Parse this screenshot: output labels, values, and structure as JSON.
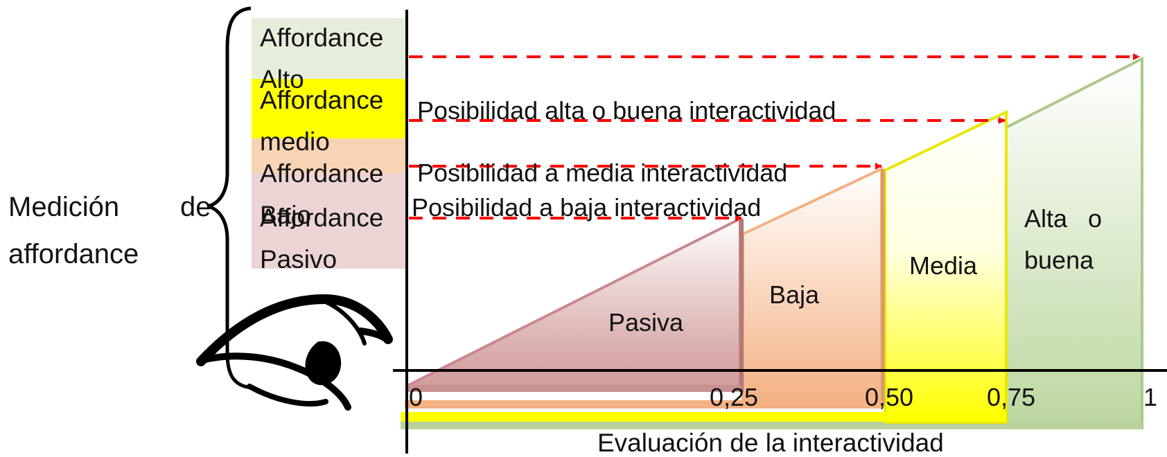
{
  "measurement_label": {
    "line1_left": "Medición",
    "line1_right": "de",
    "line2": "affordance"
  },
  "levels": [
    {
      "id": "alto",
      "line1": "Affordance",
      "line2": "Alto",
      "color": "#e6eedb"
    },
    {
      "id": "medio",
      "line1": "Affordance",
      "line2": "medio",
      "color": "#ffff00"
    },
    {
      "id": "bajo",
      "line1": "Affordance",
      "line2": "Bajo",
      "color": "#f9d4b4"
    },
    {
      "id": "pasivo",
      "line1": "Affordance",
      "line2": "Pasivo",
      "color": "#ecd4d4"
    }
  ],
  "possibilities": [
    {
      "id": "alta",
      "text": "Posibilidad alta o buena interactividad"
    },
    {
      "id": "media",
      "text": "Posibilidad a media interactividad"
    },
    {
      "id": "baja",
      "text": "Posibilidad a baja interactividad"
    }
  ],
  "zones": [
    {
      "id": "pasiva",
      "line1": "Pasiva",
      "line2": "",
      "from": 0,
      "to": 0.25,
      "color": "#c88a8a"
    },
    {
      "id": "baja",
      "line1": "Baja",
      "line2": "",
      "from": 0.25,
      "to": 0.5,
      "color": "#f4b183"
    },
    {
      "id": "media",
      "line1": "Media",
      "line2": "",
      "from": 0.5,
      "to": 0.75,
      "color": "#ffff00"
    },
    {
      "id": "alta",
      "line1": "Alta   o",
      "line2": "buena",
      "from": 0.75,
      "to": 1,
      "color": "#a9c98a"
    }
  ],
  "x_axis": {
    "title": "Evaluación de la interactividad",
    "ticks": [
      {
        "value": 0,
        "label": "0"
      },
      {
        "value": 0.25,
        "label": "0,25"
      },
      {
        "value": 0.5,
        "label": "0,50"
      },
      {
        "value": 0.75,
        "label": "0,75"
      },
      {
        "value": 1,
        "label": "1"
      }
    ]
  },
  "arrow_color": "#ff0000",
  "icon": "eye-icon"
}
